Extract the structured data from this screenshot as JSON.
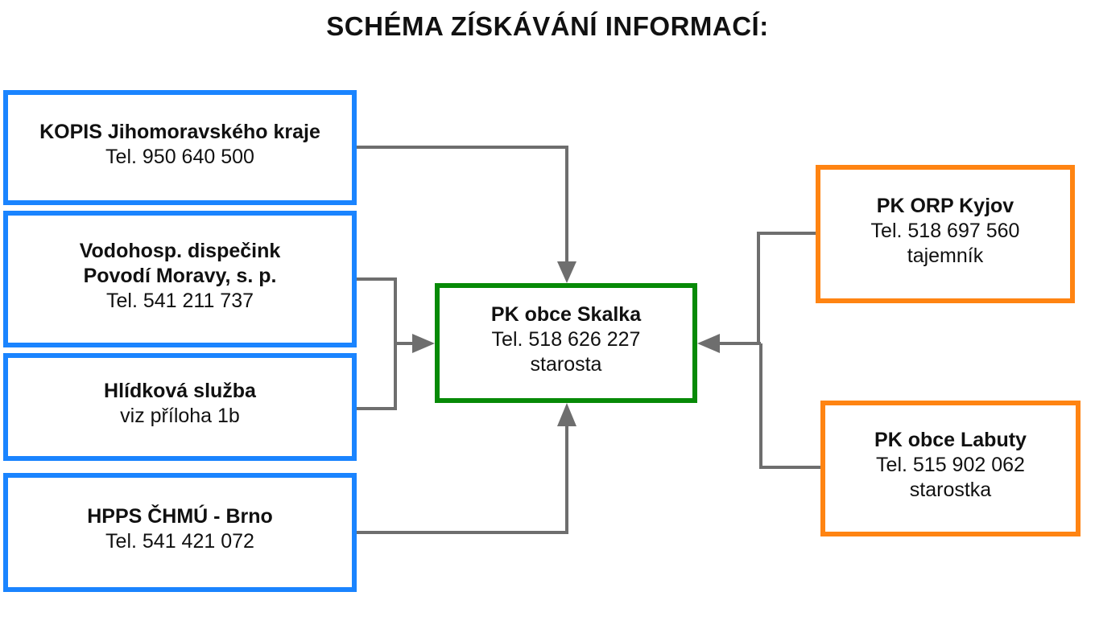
{
  "title": "SCHÉMA ZÍSKÁVÁNÍ INFORMACÍ:",
  "colors": {
    "source_border": "#1a84ff",
    "center_border": "#078a07",
    "neighbor_border": "#ff8412",
    "connector": "#6e6e6e"
  },
  "nodes": {
    "kopis": {
      "name": "KOPIS Jihomoravského kraje",
      "lines": [
        "Tel. 950 640 500"
      ]
    },
    "vodohosp": {
      "name": [
        "Vodohosp. dispečink",
        "Povodí Moravy, s. p."
      ],
      "lines": [
        "Tel. 541 211 737"
      ]
    },
    "hlidkova": {
      "name": "Hlídková služba",
      "lines": [
        "viz příloha 1b"
      ]
    },
    "hpps": {
      "name": "HPPS ČHMÚ - Brno",
      "lines": [
        "Tel. 541 421 072"
      ]
    },
    "center": {
      "name": "PK obce Skalka",
      "lines": [
        "Tel. 518 626 227",
        "starosta"
      ]
    },
    "kyjov": {
      "name": "PK ORP Kyjov",
      "lines": [
        "Tel. 518 697 560",
        "tajemník"
      ]
    },
    "labuty": {
      "name": "PK obce Labuty",
      "lines": [
        "Tel. 515 902 062",
        "starostka"
      ]
    }
  }
}
